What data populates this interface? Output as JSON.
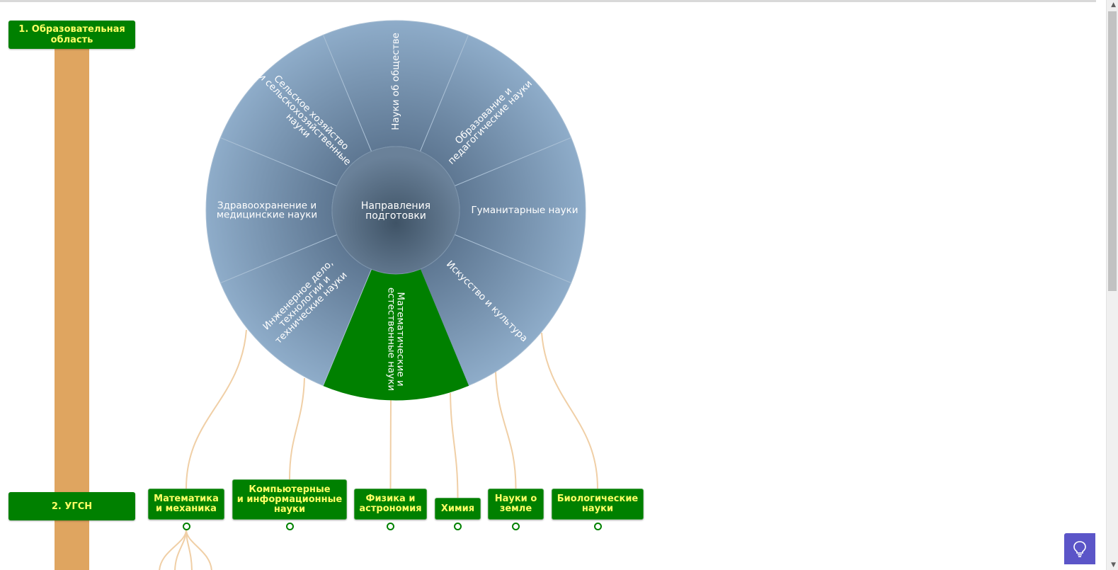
{
  "levels": {
    "level1": "1. Образовательная область",
    "level2": "2. УГСН"
  },
  "wheel": {
    "center": [
      "Направления",
      "подготовки"
    ],
    "sectors": [
      {
        "lines": [
          "Науки об обществе"
        ]
      },
      {
        "lines": [
          "Образование и",
          "педагогические науки"
        ]
      },
      {
        "lines": [
          "Гуманитарные науки"
        ]
      },
      {
        "lines": [
          "Искусство и культура"
        ]
      },
      {
        "lines": [
          "Математические и",
          "естественные науки"
        ]
      },
      {
        "lines": [
          "Инженерное дело,",
          "технологии и",
          "технические науки"
        ]
      },
      {
        "lines": [
          "Здравоохранение и",
          "медицинские науки"
        ]
      },
      {
        "lines": [
          "Сельское хозяйство",
          "и сельскохозяйственные",
          "науки"
        ]
      }
    ],
    "selected_index": 4,
    "colors": {
      "sector": "#86a5c3",
      "selected": "#008000",
      "center": "#4f6478",
      "link": "#f0cfa6"
    }
  },
  "ugsn": [
    {
      "lines": [
        "Математика",
        "и механика"
      ]
    },
    {
      "lines": [
        "Компьютерные",
        "и информационные",
        "науки"
      ]
    },
    {
      "lines": [
        "Физика и",
        "астрономия"
      ]
    },
    {
      "lines": [
        "Химия"
      ]
    },
    {
      "lines": [
        "Науки о",
        "земле"
      ]
    },
    {
      "lines": [
        "Биологические",
        "науки"
      ]
    }
  ],
  "hint_button": {
    "icon": "lightbulb-icon"
  }
}
